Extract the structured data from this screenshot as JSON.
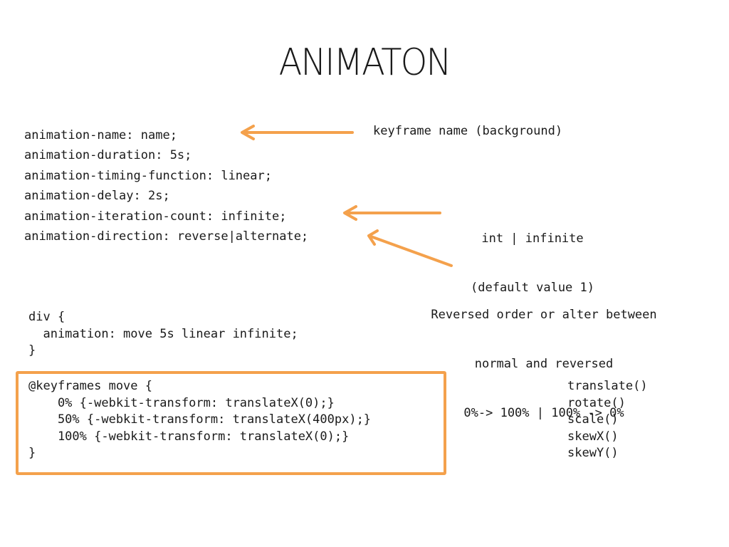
{
  "slide": {
    "title": "ANIMATON",
    "properties": [
      "animation-name: name;",
      "animation-duration: 5s;",
      "animation-timing-function: linear;",
      "animation-delay: 2s;",
      "animation-iteration-count: infinite;",
      "animation-direction: reverse|alternate;"
    ],
    "notes": {
      "name": "keyframe name (background)",
      "count_line1": "int | infinite",
      "count_line2": "(default value 1)",
      "direction_line1": "Reversed order or alter between",
      "direction_line2": "normal and reversed",
      "direction_line3": "0%-> 100% | 100% -> 0%"
    },
    "div_rule": {
      "open": "div {",
      "body": "  animation: move 5s linear infinite;",
      "close": "}"
    },
    "keyframes": {
      "open": "@keyframes move {",
      "lines": [
        "    0% {-webkit-transform: translateX(0);}",
        "    50% {-webkit-transform: translateX(400px);}",
        "    100% {-webkit-transform: translateX(0);}"
      ],
      "close": "}"
    },
    "transforms": [
      "translate()",
      "rotate()",
      "scale()",
      "skewX()",
      "skewY()"
    ],
    "colors": {
      "accent": "#f4a14c",
      "text": "#1a1a1a"
    }
  }
}
